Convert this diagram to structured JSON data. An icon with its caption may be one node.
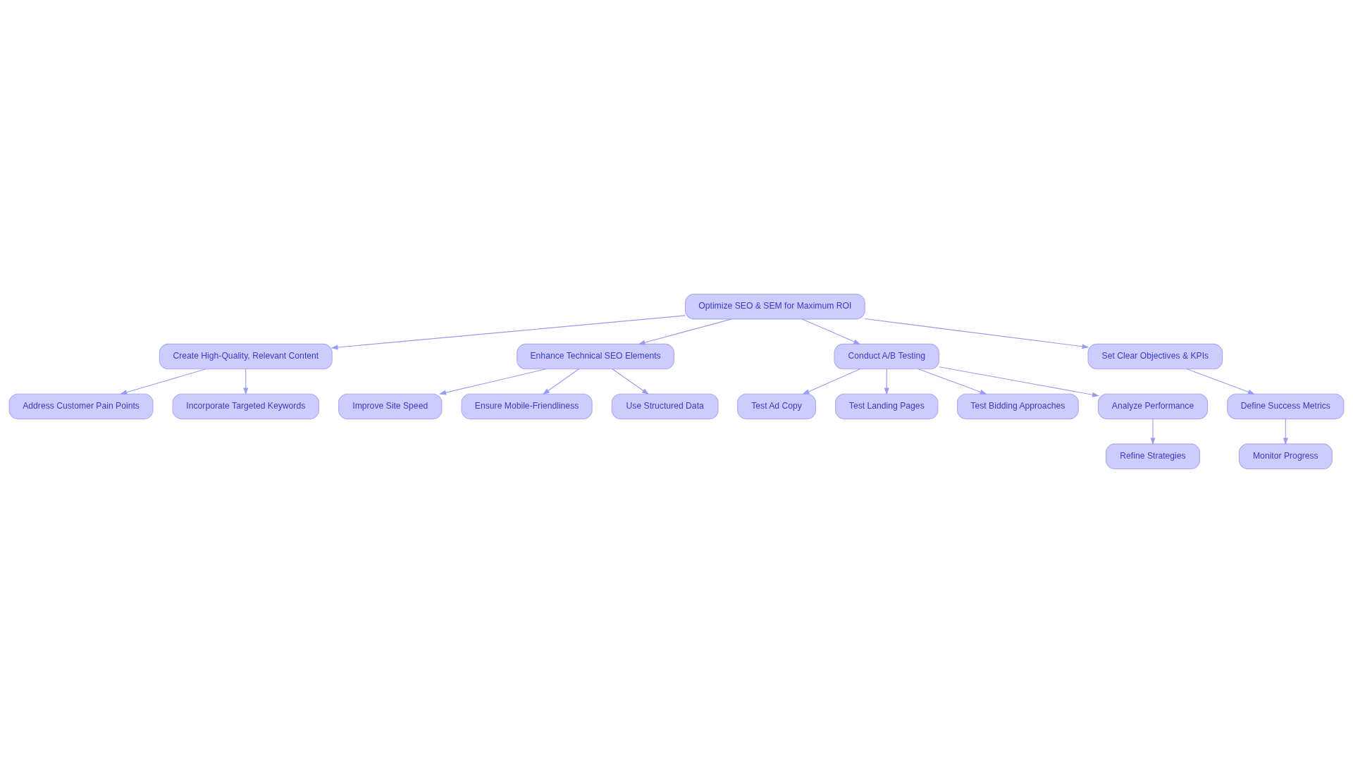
{
  "diagram": {
    "nodes": [
      {
        "text": [
          "Optimize SEO & SEM for Maximum ROI"
        ]
      },
      {
        "text": [
          "Create High-Quality, Relevant Content"
        ]
      },
      {
        "text": [
          "Enhance Technical SEO Elements"
        ]
      },
      {
        "text": [
          "Conduct A/B Testing"
        ]
      },
      {
        "text": [
          "Set Clear Objectives & KPIs"
        ]
      },
      {
        "text": [
          "Address Customer Pain Points"
        ]
      },
      {
        "text": [
          "Incorporate Targeted Keywords"
        ]
      },
      {
        "text": [
          "Improve Site Speed"
        ]
      },
      {
        "text": [
          "Ensure Mobile-Friendliness"
        ]
      },
      {
        "text": [
          "Use Structured Data"
        ]
      },
      {
        "text": [
          "Test Ad Copy"
        ]
      },
      {
        "text": [
          "Test Landing Pages"
        ]
      },
      {
        "text": [
          "Test Bidding Approaches"
        ]
      },
      {
        "text": [
          "Analyze Performance"
        ]
      },
      {
        "text": [
          "Define Success Metrics"
        ]
      },
      {
        "text": [
          "Refine Strategies"
        ]
      },
      {
        "text": [
          "Monitor Progress"
        ]
      }
    ],
    "edges": [
      {
        "from": 0,
        "to": 1,
        "arrow": "to"
      },
      {
        "from": 0,
        "to": 2,
        "arrow": "to"
      },
      {
        "from": 0,
        "to": 3,
        "arrow": "to"
      },
      {
        "from": 0,
        "to": 4,
        "arrow": "to"
      },
      {
        "from": 1,
        "to": 5,
        "arrow": "to"
      },
      {
        "from": 1,
        "to": 6,
        "arrow": "to"
      },
      {
        "from": 2,
        "to": 7,
        "arrow": "to"
      },
      {
        "from": 2,
        "to": 8,
        "arrow": "to"
      },
      {
        "from": 2,
        "to": 9,
        "arrow": "to"
      },
      {
        "from": 3,
        "to": 10,
        "arrow": "to"
      },
      {
        "from": 3,
        "to": 11,
        "arrow": "to"
      },
      {
        "from": 3,
        "to": 12,
        "arrow": "to"
      },
      {
        "from": 3,
        "to": 13,
        "arrow": "to"
      },
      {
        "from": 4,
        "to": 14,
        "arrow": "to"
      },
      {
        "from": 13,
        "to": 15,
        "arrow": "to"
      },
      {
        "from": 14,
        "to": 16,
        "arrow": "to"
      }
    ]
  }
}
